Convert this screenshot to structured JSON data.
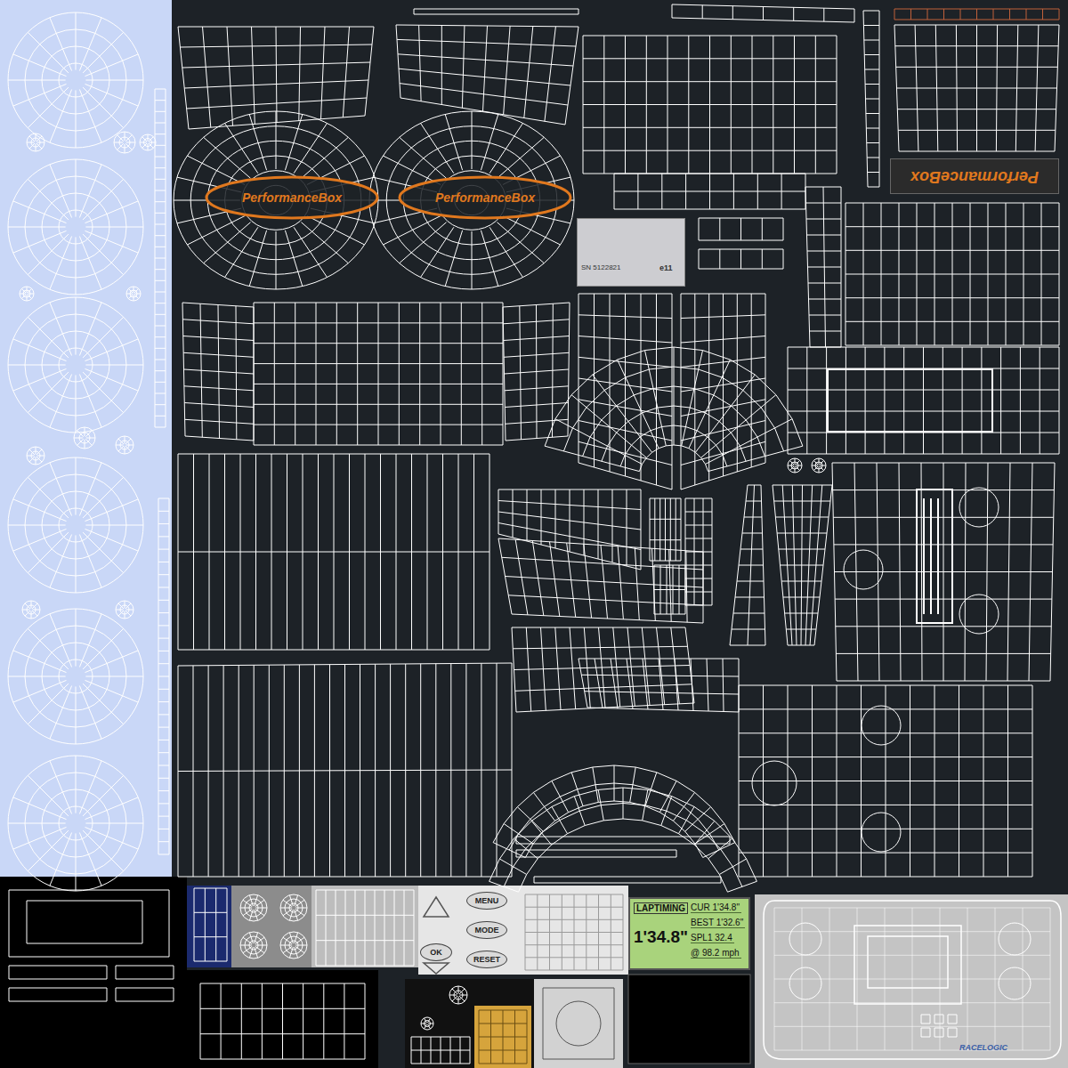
{
  "diagram": {
    "nodes": [
      {
        "text": [
          "PerformanceBox"
        ]
      },
      {
        "text": [
          "PerformanceBox"
        ]
      },
      {
        "text": [
          "PerformanceBox"
        ]
      },
      {
        "text": [
          "SN 5122821",
          "e11"
        ]
      },
      {
        "text": [
          "MENU"
        ]
      },
      {
        "text": [
          "MODE"
        ]
      },
      {
        "text": [
          "OK"
        ]
      },
      {
        "text": [
          "RESET"
        ]
      },
      {
        "text": [
          "LAPTIMING",
          "1'34.8\"",
          "CUR 1'34.8\"",
          "BEST 1'32.6\"",
          "SPL1 32.4",
          "@ 98.2 mph"
        ]
      }
    ],
    "labels": [
      "RACELOGIC"
    ]
  }
}
